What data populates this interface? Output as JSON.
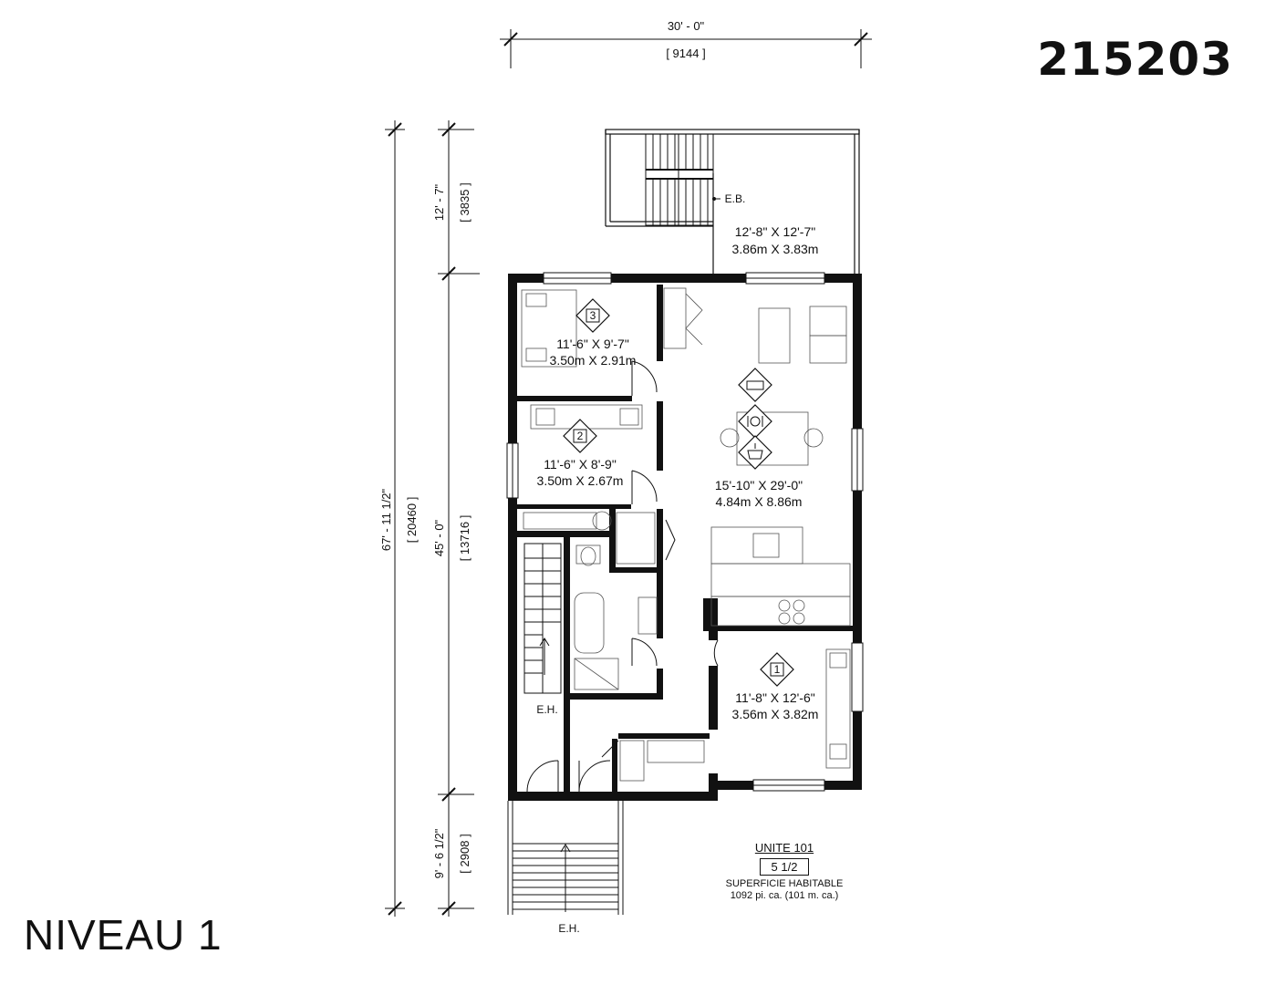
{
  "plan_number": "215203",
  "level_title": "NIVEAU 1",
  "dimensions": {
    "overall_width_ft": "30' - 0\"",
    "overall_width_mm": "[ 9144 ]",
    "overall_depth_ft": "67' - 11 1/2\"",
    "overall_depth_mm": "[ 20460 ]",
    "balcony_depth_ft": "12' - 7\"",
    "balcony_depth_mm": "[ 3835 ]",
    "house_depth_ft": "45' - 0\"",
    "house_depth_mm": "[ 13716 ]",
    "entry_depth_ft": "9' - 6 1/2\"",
    "entry_depth_mm": "[ 2908 ]"
  },
  "rooms": {
    "balcony": {
      "imperial": "12'-8\" X 12'-7\"",
      "metric": "3.86m X 3.83m"
    },
    "bedroom_3": {
      "number": "3",
      "imperial": "11'-6\" X 9'-7\"",
      "metric": "3.50m X 2.91m"
    },
    "bedroom_2": {
      "number": "2",
      "imperial": "11'-6\" X 8'-9\"",
      "metric": "3.50m X 2.67m"
    },
    "living": {
      "imperial": "15'-10\" X 29'-0\"",
      "metric": "4.84m X 8.86m"
    },
    "bedroom_1": {
      "number": "1",
      "imperial": "11'-8\" X 12'-6\"",
      "metric": "3.56m X 3.82m"
    }
  },
  "tags": {
    "eb": "E.B.",
    "eh_stair": "E.H.",
    "eh_entry": "E.H."
  },
  "unit": {
    "name": "UNITE 101",
    "type": "5 1/2",
    "area_label": "SUPERFICIE HABITABLE",
    "area_value": "1092 pi. ca. (101 m. ca.)"
  }
}
